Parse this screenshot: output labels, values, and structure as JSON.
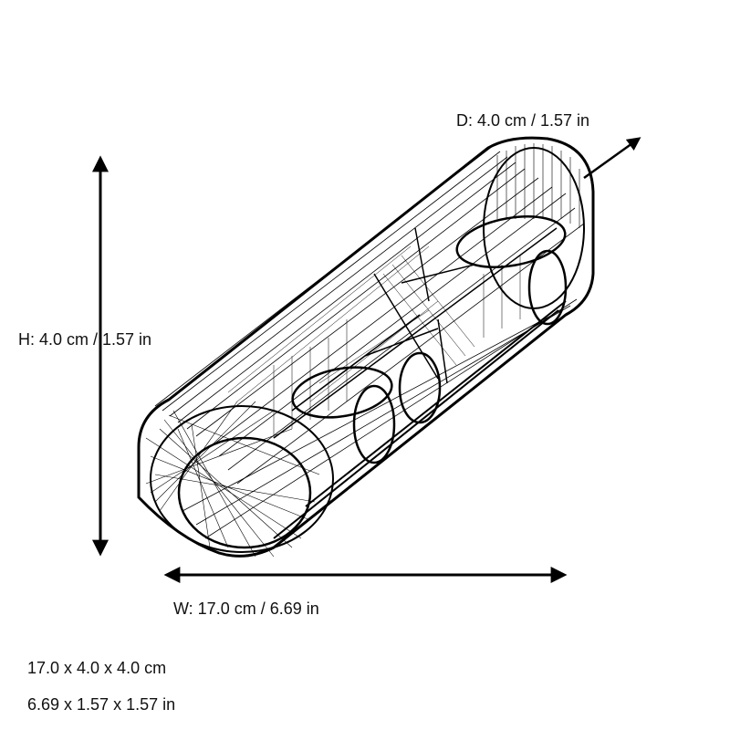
{
  "dimensions": {
    "depth_label": "D: 4.0 cm / 1.57 in",
    "height_label": "H: 4.0 cm / 1.57 in",
    "width_label": "W: 17.0 cm / 6.69 in",
    "summary_cm": "17.0 x 4.0 x 4.0 cm",
    "summary_in": "6.69 x 1.57 x 1.57 in"
  },
  "model": {
    "name": "wireframe-tube-model",
    "hole_count_visible": 4,
    "color": "#000000"
  }
}
